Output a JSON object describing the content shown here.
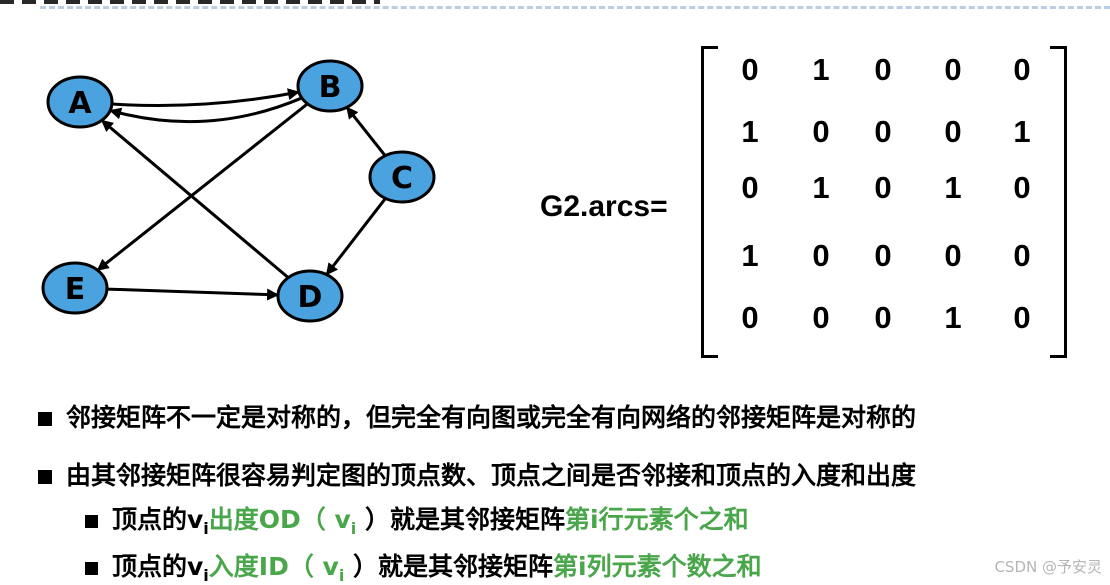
{
  "graph": {
    "nodes": [
      "A",
      "B",
      "C",
      "D",
      "E"
    ],
    "edges": [
      {
        "from": "A",
        "to": "B"
      },
      {
        "from": "B",
        "to": "A"
      },
      {
        "from": "B",
        "to": "E"
      },
      {
        "from": "C",
        "to": "B"
      },
      {
        "from": "C",
        "to": "D"
      },
      {
        "from": "D",
        "to": "A"
      },
      {
        "from": "E",
        "to": "D"
      }
    ],
    "colors": {
      "node_fill": "#4aa3df",
      "node_stroke": "#000000",
      "edge": "#000000"
    }
  },
  "matrix": {
    "label": "G2.arcs=",
    "rows": [
      [
        "0",
        "1",
        "0",
        "0",
        "0"
      ],
      [
        "1",
        "0",
        "0",
        "0",
        "1"
      ],
      [
        "0",
        "1",
        "0",
        "1",
        "0"
      ],
      [
        "1",
        "0",
        "0",
        "0",
        "0"
      ],
      [
        "0",
        "0",
        "0",
        "1",
        "0"
      ]
    ]
  },
  "bullets": {
    "b1": "邻接矩阵不一定是对称的，但完全有向图或完全有向网络的邻接矩阵是对称的",
    "b2": "由其邻接矩阵很容易判定图的顶点数、顶点之间是否邻接和顶点的入度和出度",
    "s1": {
      "pre": "顶点的v",
      "sub": "i",
      "green1": "出度OD（ v",
      "green1_sub": "i",
      "black_mid": " ）就是其邻接矩阵",
      "green2": "第i行元素个之和"
    },
    "s2": {
      "pre": "顶点的v",
      "sub": "i",
      "green1": "入度ID（ v",
      "green1_sub": "i",
      "black_mid": " ）就是其邻接矩阵",
      "green2": "第i列元素个数之和"
    },
    "green_color": "#4aa64a"
  },
  "watermark": "CSDN @予安灵"
}
